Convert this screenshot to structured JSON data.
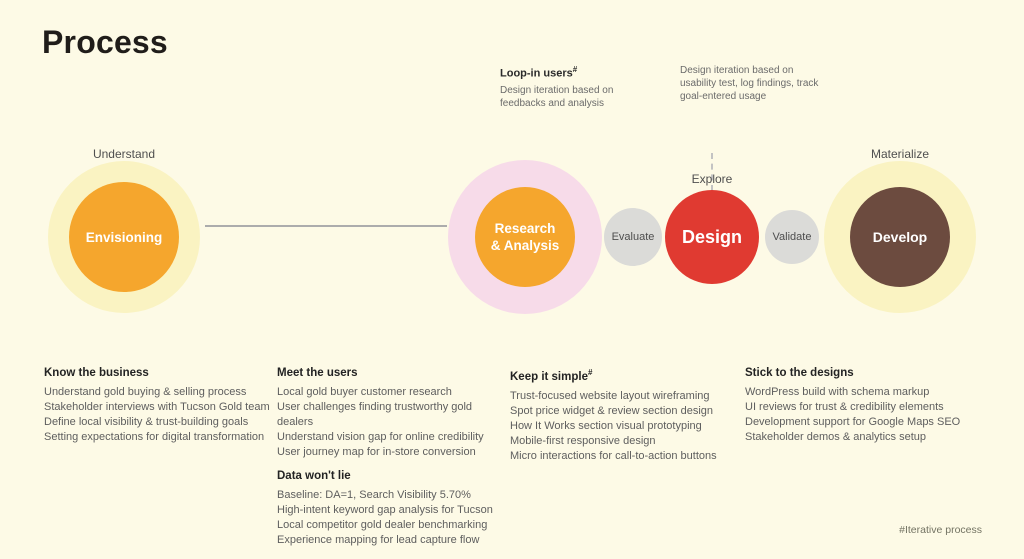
{
  "title": "Process",
  "annotations": {
    "loop_in": {
      "heading": "Loop-in users",
      "sup": "#",
      "body": "Design iteration based on feedbacks and analysis"
    },
    "usability": {
      "body": "Design iteration based on usability test, log findings, track goal-entered usage"
    }
  },
  "phases": {
    "understand": "Understand",
    "explore": "Explore",
    "materialize": "Materialize"
  },
  "stages": {
    "envisioning": {
      "label": "Envisioning"
    },
    "research": {
      "label": "Research\n& Analysis"
    },
    "evaluate": {
      "label": "Evaluate"
    },
    "design": {
      "label": "Design"
    },
    "validate": {
      "label": "Validate"
    },
    "develop": {
      "label": "Develop"
    }
  },
  "columns": [
    {
      "heading": "Know the business",
      "items": [
        "Understand gold buying & selling process",
        "Stakeholder interviews with Tucson Gold team",
        "Define local visibility & trust-building goals",
        "Setting expectations for digital transformation"
      ]
    },
    {
      "heading": "Meet the users",
      "items": [
        "Local gold buyer customer research",
        "User challenges finding trustworthy gold dealers",
        "Understand vision gap for online credibility",
        "User journey map for in-store conversion"
      ],
      "subheading": "Data won't lie",
      "subitems": [
        "Baseline: DA=1, Search Visibility 5.70%",
        "High-intent keyword gap analysis for Tucson",
        "Local competitor gold dealer benchmarking",
        "Experience mapping for lead capture flow"
      ]
    },
    {
      "heading": "Keep it simple",
      "sup": "#",
      "items": [
        "Trust-focused website layout wireframing",
        "Spot price widget & review section design",
        "How It Works section visual prototyping",
        "Mobile-first responsive design",
        "Micro interactions for call-to-action buttons"
      ]
    },
    {
      "heading": "Stick to the designs",
      "items": [
        "WordPress build with schema markup",
        "UI reviews for trust & credibility elements",
        "Development support for Google Maps SEO",
        "Stakeholder demos & analytics setup"
      ]
    }
  ],
  "footnote": "#Iterative process",
  "colors": {
    "background": "#FDFAE6",
    "halo_yellow": "#FAF3C2",
    "halo_pink": "#F7DBE9",
    "orange": "#F5A62D",
    "red": "#E03A31",
    "gray_circle": "#DBDBD8",
    "brown": "#6C4B3F",
    "connector": "#ACACAC"
  }
}
